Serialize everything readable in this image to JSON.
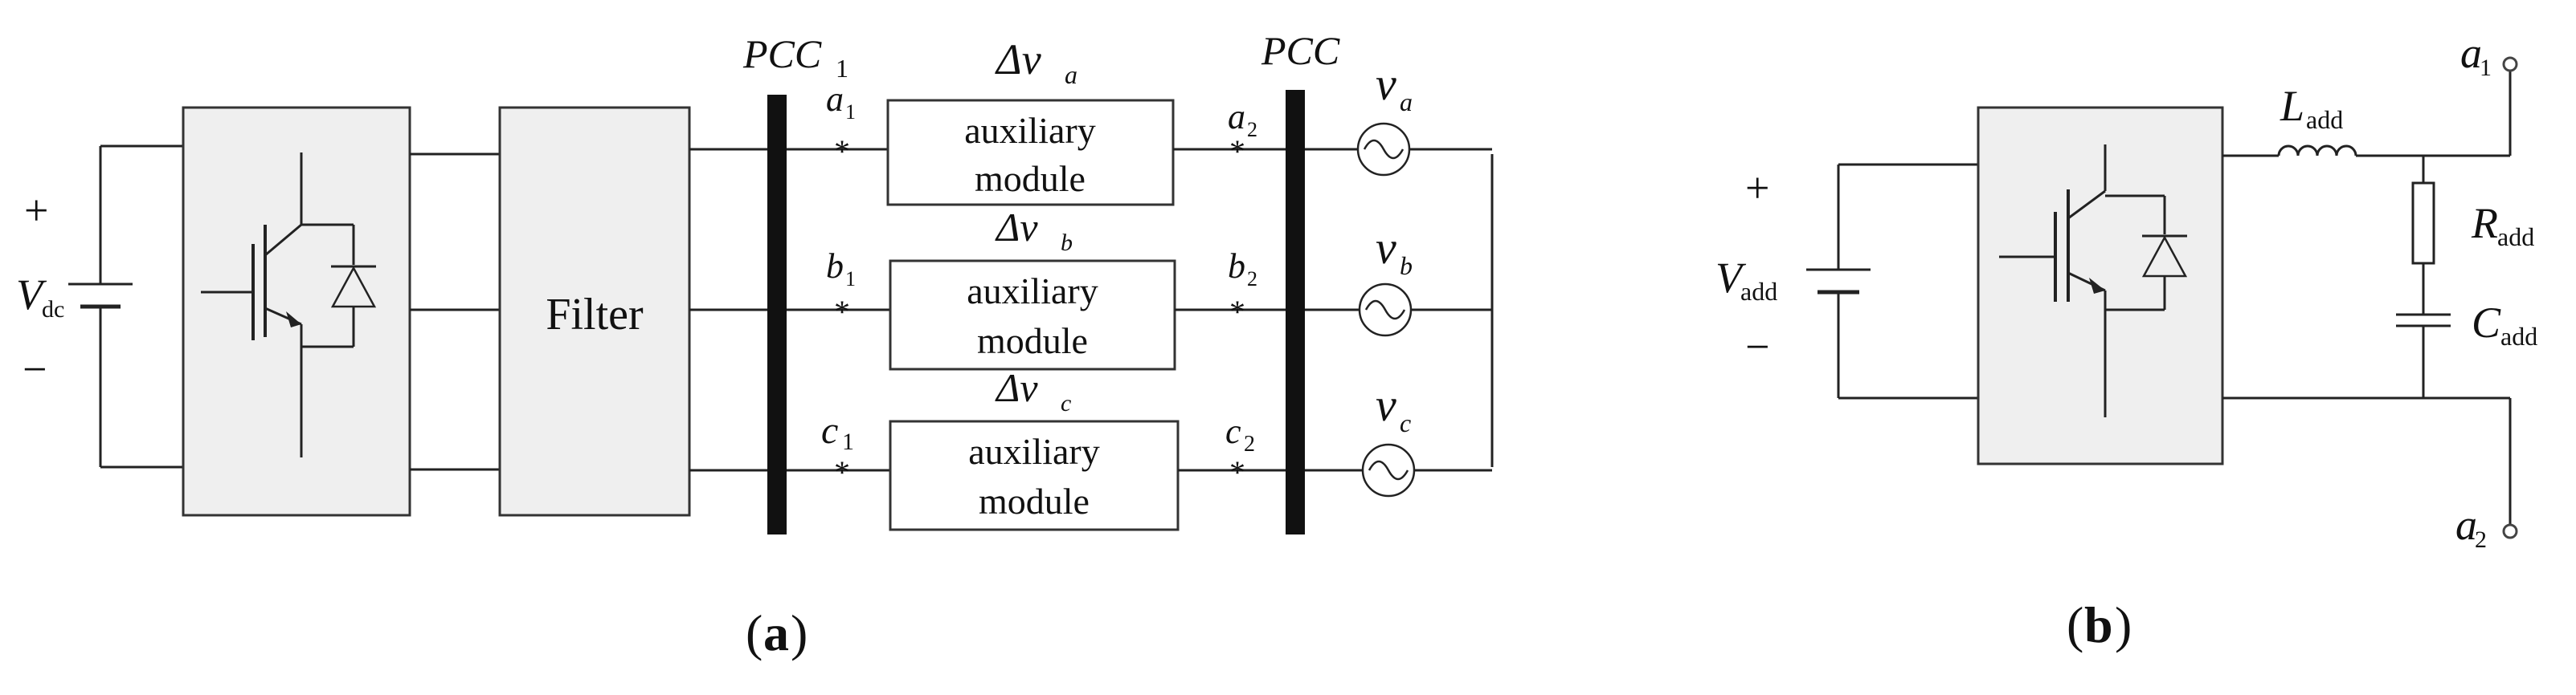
{
  "panel_a": {
    "source_plus": "+",
    "source_minus": "−",
    "source_label": "V",
    "source_sub": "dc",
    "filter_label": "Filter",
    "pcc1_label": "PCC",
    "pcc1_sub": "1",
    "pcc_label": "PCC",
    "module_label_line1": "auxiliary",
    "module_label_line2": "module",
    "phases": [
      {
        "in_node": "a",
        "in_sub": "1",
        "out_node": "a",
        "out_sub": "2",
        "delta_prefix": "Δv",
        "delta_sub": "a",
        "src": "v",
        "src_sub": "a"
      },
      {
        "in_node": "b",
        "in_sub": "1",
        "out_node": "b",
        "out_sub": "2",
        "delta_prefix": "Δv",
        "delta_sub": "b",
        "src": "v",
        "src_sub": "b"
      },
      {
        "in_node": "c",
        "in_sub": "1",
        "out_node": "c",
        "out_sub": "2",
        "delta_prefix": "Δv",
        "delta_sub": "c",
        "src": "v",
        "src_sub": "c"
      }
    ],
    "caption_open": "(",
    "caption_letter": "a",
    "caption_close": ")"
  },
  "panel_b": {
    "source_plus": "+",
    "source_minus": "−",
    "source_label": "V",
    "source_sub": "add",
    "inductor_label": "L",
    "inductor_sub": "add",
    "resistor_label": "R",
    "resistor_sub": "add",
    "capacitor_label": "C",
    "capacitor_sub": "add",
    "terminal_top": "a",
    "terminal_top_sub": "1",
    "terminal_bottom": "a",
    "terminal_bottom_sub": "2",
    "caption_open": "(",
    "caption_letter": "b",
    "caption_close": ")"
  }
}
